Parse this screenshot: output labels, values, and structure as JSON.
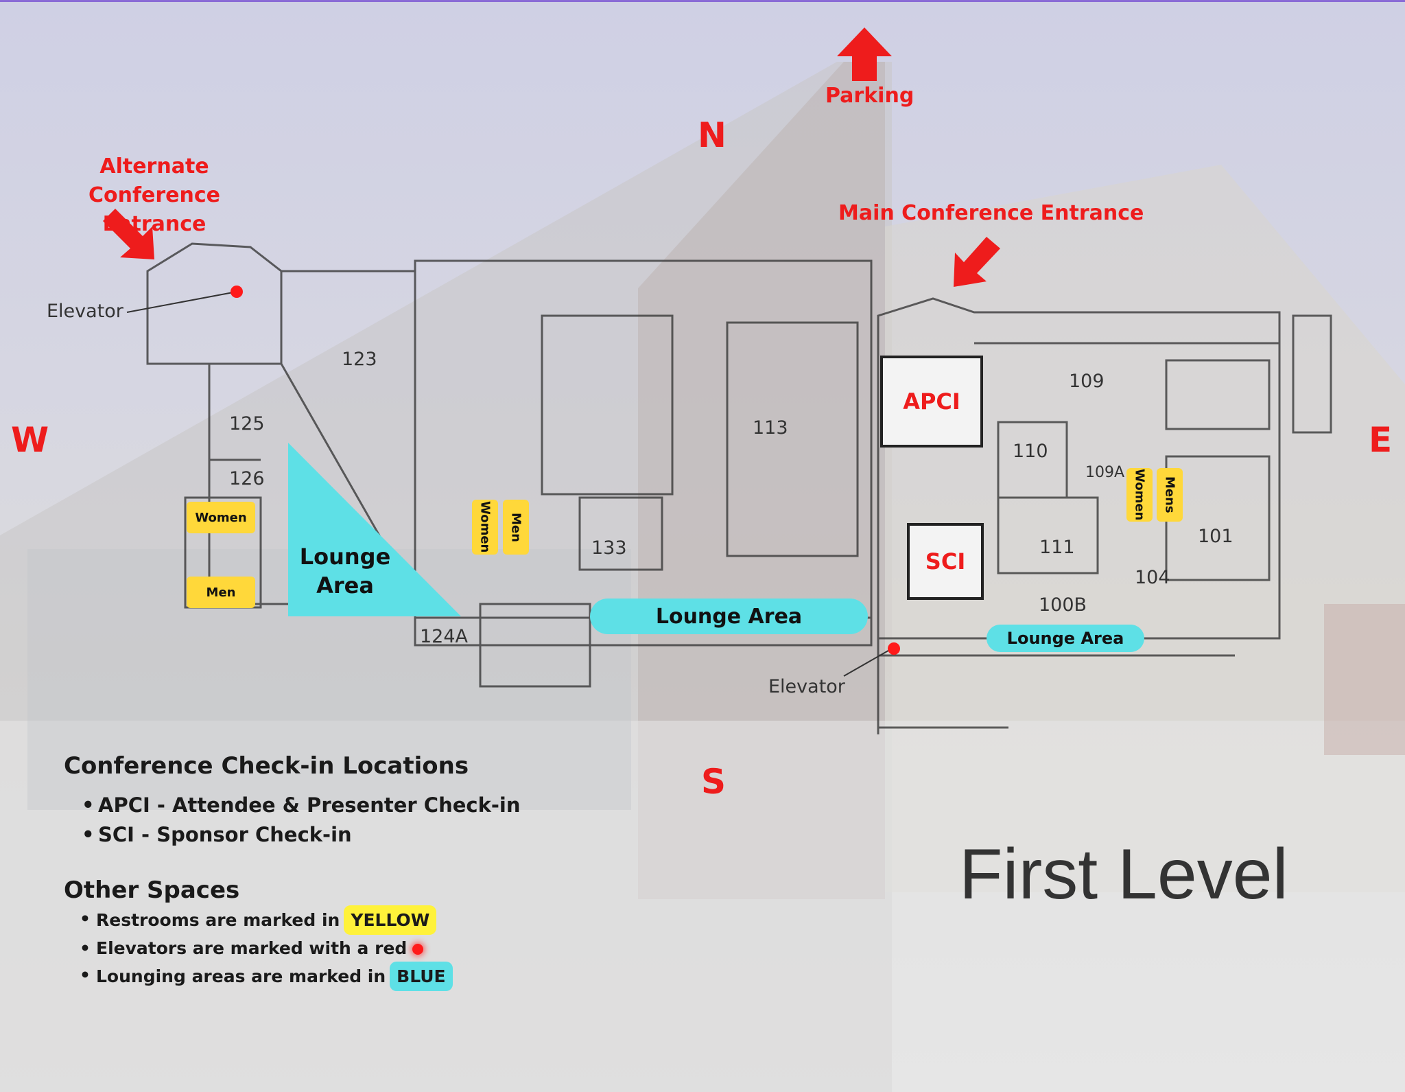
{
  "compass": {
    "north": "N",
    "south": "S",
    "east": "E",
    "west": "W"
  },
  "parking_label": "Parking",
  "alt_entrance_label": "Alternate Conference Entrance",
  "main_entrance_label": "Main Conference Entrance",
  "elevator_label": "Elevator",
  "rooms": [
    "123",
    "125",
    "126",
    "113",
    "133",
    "124A",
    "109",
    "110",
    "109A",
    "111",
    "104",
    "101",
    "100B"
  ],
  "restrooms": {
    "women": "Women",
    "men": "Men",
    "mens": "Mens"
  },
  "lounge_label": "Lounge Area",
  "lounge_triangle_label": "Lounge Area",
  "checkin": {
    "apci": "APCI",
    "sci": "SCI"
  },
  "legend": {
    "checkin_title": "Conference Check-in Locations",
    "checkin_items": [
      "APCI - Attendee & Presenter Check-in",
      "SCI - Sponsor Check-in"
    ],
    "other_title": "Other Spaces",
    "restroom_text": "Restrooms are marked in",
    "restroom_chip": "YELLOW",
    "elevator_text": "Elevators are marked with a red",
    "lounge_text": "Lounging areas are marked in",
    "lounge_chip": "BLUE"
  },
  "level_title": "First Level",
  "colors": {
    "entrance_red": "#ee1c1c",
    "restroom_yellow": "#ffd83a",
    "lounge_blue": "#5ee0e6",
    "elevator_dot": "#ff1a1a"
  }
}
